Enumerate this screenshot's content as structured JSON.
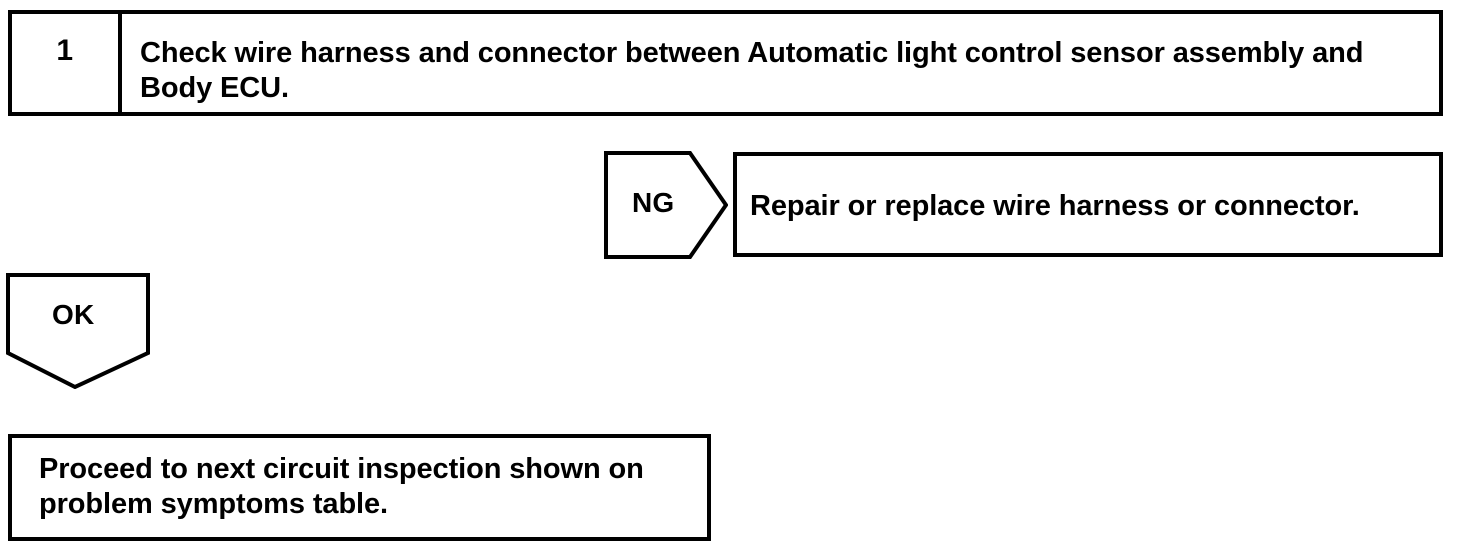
{
  "diagram": {
    "type": "troubleshooting-flowchart",
    "stroke_color": "#000000",
    "background_color": "#ffffff",
    "step": {
      "number": "1",
      "instruction": "Check wire harness and connector between Automatic light control sensor assembly and Body ECU."
    },
    "branches": {
      "ng": {
        "label": "NG",
        "shape": "right-pointing-pentagon",
        "action": "Repair or replace wire harness or connector."
      },
      "ok": {
        "label": "OK",
        "shape": "down-pointing-pentagon"
      }
    },
    "result": {
      "text": "Proceed to next circuit inspection shown on problem symptoms table."
    }
  }
}
